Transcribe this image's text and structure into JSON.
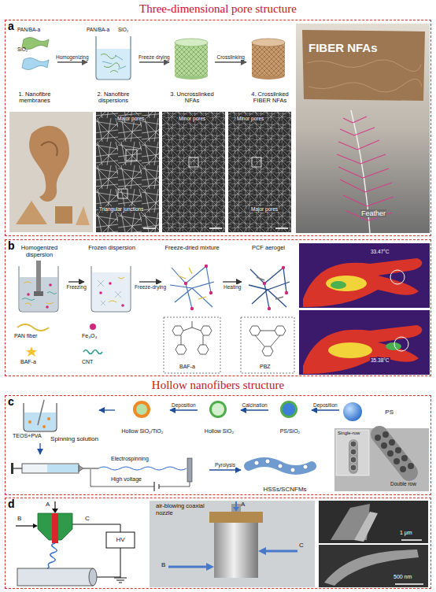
{
  "diagram": {
    "title": "Three-dimensional pore structure",
    "nodes": [
      {
        "text": [
          "a"
        ]
      },
      {
        "text": [
          "1. Nanofibre membranes"
        ],
        "in": 0
      },
      {
        "text": [
          "2. Nanofibre dispersions"
        ],
        "in": 0
      },
      {
        "text": [
          "3. Uncrosslinked NFAs"
        ],
        "in": 0
      },
      {
        "text": [
          "4. Crosslinked FIBER NFAs"
        ],
        "in": 0
      },
      {
        "text": [
          "b"
        ]
      },
      {
        "text": [
          "Homogenized dispersion"
        ],
        "in": 5
      },
      {
        "text": [
          "Frozen dispersion"
        ],
        "in": 5
      },
      {
        "text": [
          "Freeze-dried mixture"
        ],
        "in": 5
      },
      {
        "text": [
          "PCF aerogel"
        ],
        "in": 5
      },
      {
        "text": [
          "c"
        ]
      },
      {
        "text": [
          "PS"
        ],
        "in": 10
      },
      {
        "text": [
          "PS/SiO₂"
        ],
        "in": 10
      },
      {
        "text": [
          "Hollow SiO₂"
        ],
        "in": 10
      },
      {
        "text": [
          "Hollow SiO₂/TiO₂"
        ],
        "in": 10
      },
      {
        "text": [
          "Spinning solution"
        ],
        "in": 10
      },
      {
        "text": [
          "Electrospinning",
          "High voltage"
        ],
        "in": 10
      },
      {
        "text": [
          "HSSs/SCNFMs"
        ],
        "in": 10
      },
      {
        "text": [
          "d"
        ]
      }
    ],
    "edges": [
      {
        "from": 1,
        "to": 2,
        "arrow": "to",
        "label": "Homogenizing"
      },
      {
        "from": 2,
        "to": 3,
        "arrow": "to",
        "label": "Freeze drying"
      },
      {
        "from": 3,
        "to": 4,
        "arrow": "to",
        "label": "Crosslinking"
      },
      {
        "from": 6,
        "to": 7,
        "arrow": "to",
        "label": "Freezing"
      },
      {
        "from": 7,
        "to": 8,
        "arrow": "to",
        "label": "Freeze-drying"
      },
      {
        "from": 8,
        "to": 9,
        "arrow": "to",
        "label": "Heating"
      },
      {
        "from": 11,
        "to": 12,
        "arrow": "to",
        "label": "Deposition"
      },
      {
        "from": 12,
        "to": 13,
        "arrow": "to",
        "label": "Calcination"
      },
      {
        "from": 13,
        "to": 14,
        "arrow": "to",
        "label": "Deposition"
      },
      {
        "from": 14,
        "to": 15,
        "arrow": "to"
      },
      {
        "from": 15,
        "to": 16,
        "arrow": "to"
      },
      {
        "from": 16,
        "to": 17,
        "arrow": "to",
        "label": "Pyrolysis"
      }
    ],
    "labels": [
      "PAN/BA-a",
      "SiO₂",
      "PAN/BA-a",
      "SiO₂",
      "FIBER NFAs",
      "Major pores",
      "Triangular junctions",
      "Minor pores",
      "Minor pores",
      "Major pores",
      "Feather",
      "33.47°C",
      "35.38°C",
      "BAF-a",
      "PBZ",
      "PAN fiber",
      "Fe₃O₄",
      "BAF-a",
      "CNT",
      "Hollow nanofibers structure",
      "TEOS+PVA",
      "Single-row",
      "Double row",
      "A",
      "B",
      "C",
      "HV",
      "air-blowing coaxial nozzle",
      "A",
      "B",
      "C",
      "1 μm",
      "500 nm"
    ]
  }
}
